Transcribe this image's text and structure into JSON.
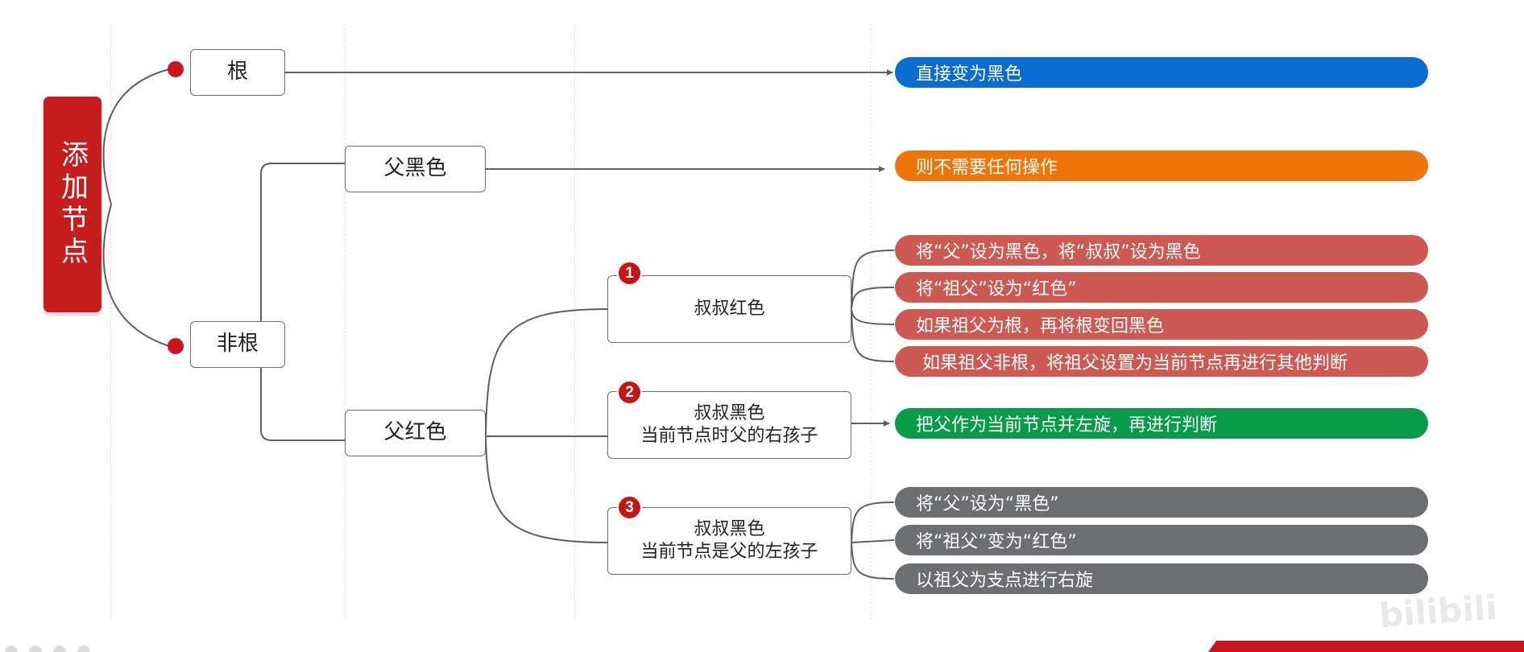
{
  "root": {
    "label": "添加节点"
  },
  "level1": {
    "root_case": "根",
    "non_root": "非根"
  },
  "level2": {
    "parent_black": "父黑色",
    "parent_red": "父红色"
  },
  "cases": [
    {
      "badge": "1",
      "lines": [
        "叔叔红色"
      ]
    },
    {
      "badge": "2",
      "lines": [
        "叔叔黑色",
        "当前节点时父的右孩子"
      ]
    },
    {
      "badge": "3",
      "lines": [
        "叔叔黑色",
        "当前节点是父的左孩子"
      ]
    }
  ],
  "actions": {
    "root_action": "直接变为黑色",
    "parent_black_action": "则不需要任何操作",
    "case1": [
      "将“父”设为黑色，将“叔叔”设为黑色",
      "将“祖父”设为“红色”",
      "如果祖父为根，再将根变回黑色",
      "如果祖父非根，将祖父设置为当前节点再进行其他判断"
    ],
    "case2": [
      "把父作为当前节点并左旋，再进行判断"
    ],
    "case3": [
      "将“父”设为“黑色”",
      "将“祖父”变为“红色”",
      "以祖父为支点进行右旋"
    ]
  },
  "colors": {
    "root_fill": "#c61e1e",
    "blue_pill": "#0a6ccf",
    "orange_pill": "#f07509",
    "red_pill": "#cc5a52",
    "green_pill": "#079c49",
    "gray_pill": "#6d6e72",
    "connector": "#5f5f5f",
    "badge": "#c61515"
  },
  "icons": {
    "badge": "numbered-circle",
    "dot": "red-dot",
    "arrow": "arrowhead"
  }
}
